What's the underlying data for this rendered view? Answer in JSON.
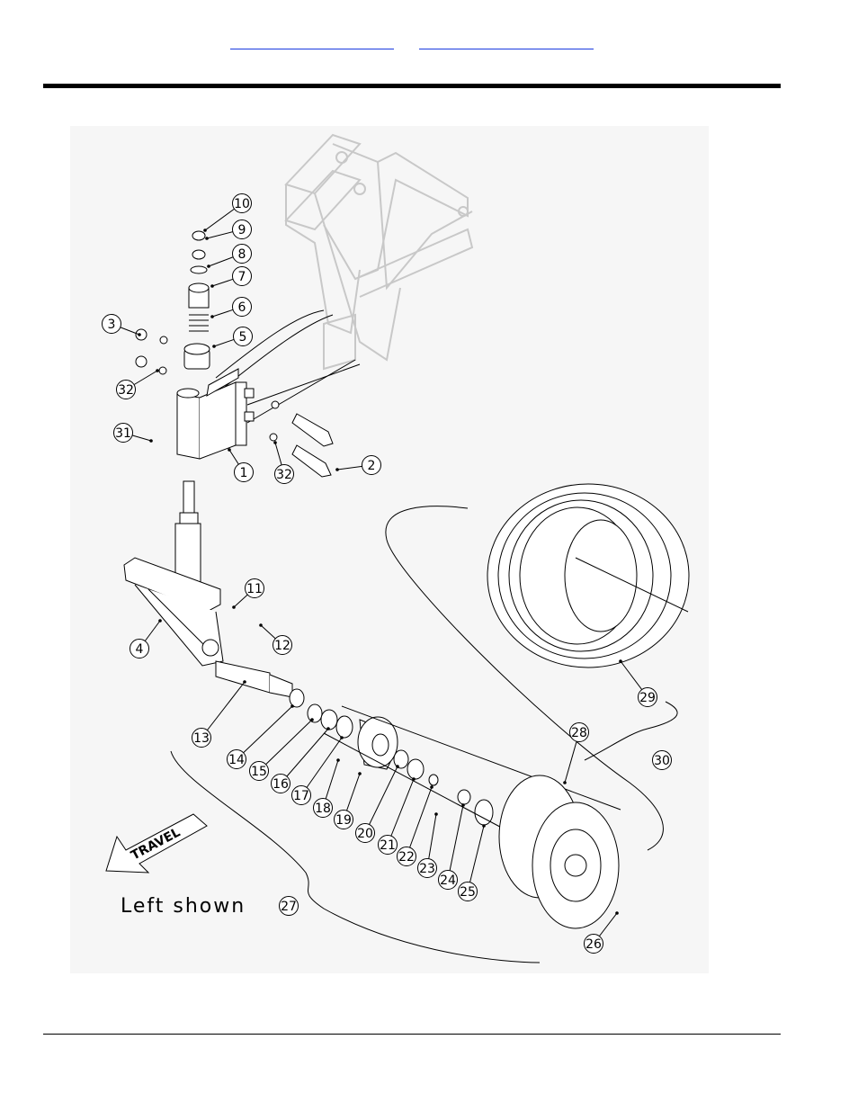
{
  "header": {
    "link_color": "#1a3adf"
  },
  "diagram": {
    "callouts": [
      {
        "label": "1"
      },
      {
        "label": "2"
      },
      {
        "label": "3"
      },
      {
        "label": "4"
      },
      {
        "label": "5"
      },
      {
        "label": "6"
      },
      {
        "label": "7"
      },
      {
        "label": "8"
      },
      {
        "label": "9"
      },
      {
        "label": "10"
      },
      {
        "label": "11"
      },
      {
        "label": "12"
      },
      {
        "label": "13"
      },
      {
        "label": "14"
      },
      {
        "label": "15"
      },
      {
        "label": "16"
      },
      {
        "label": "17"
      },
      {
        "label": "18"
      },
      {
        "label": "19"
      },
      {
        "label": "20"
      },
      {
        "label": "21"
      },
      {
        "label": "22"
      },
      {
        "label": "23"
      },
      {
        "label": "24"
      },
      {
        "label": "25"
      },
      {
        "label": "26"
      },
      {
        "label": "27"
      },
      {
        "label": "28"
      },
      {
        "label": "29"
      },
      {
        "label": "30"
      },
      {
        "label": "31"
      },
      {
        "label": "32"
      },
      {
        "label": "32"
      }
    ],
    "travel_label": "TRAVEL",
    "caption": "Left shown"
  }
}
